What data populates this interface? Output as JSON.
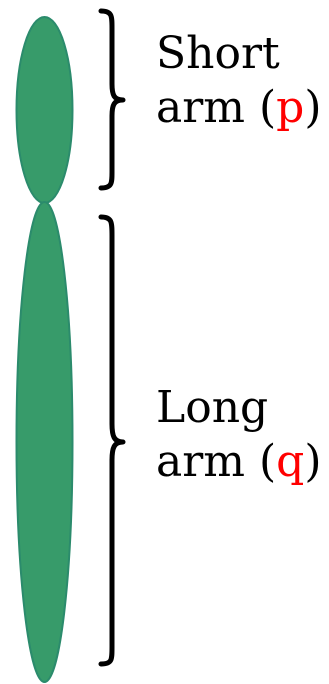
{
  "colors": {
    "chromatid_fill": "#379b6a",
    "chromatid_stroke": "#2b8b6c",
    "arm_letter": "#ff0000",
    "text": "#000000",
    "bracket": "#000000"
  },
  "short_arm": {
    "line1": "Short",
    "line2_prefix": "arm (",
    "letter": "p",
    "line2_suffix": ")"
  },
  "long_arm": {
    "line1": "Long",
    "line2_prefix": "arm (",
    "letter": "q",
    "line2_suffix": ")"
  }
}
